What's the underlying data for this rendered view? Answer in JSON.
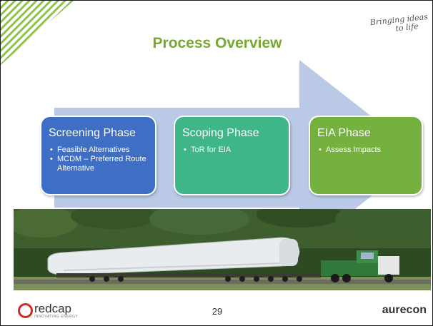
{
  "slide": {
    "title": "Process Overview",
    "tagline_line1": "Bringing ideas",
    "tagline_line2": "to life",
    "page_number": "29"
  },
  "phases": [
    {
      "name": "Screening Phase",
      "bullets": [
        "Feasible Alternatives",
        "MCDM – Preferred Route Alternative"
      ],
      "color": "#3e6fc4"
    },
    {
      "name": "Scoping Phase",
      "bullets": [
        "ToR for EIA"
      ],
      "color": "#3fb68a"
    },
    {
      "name": "EIA Phase",
      "bullets": [
        "Assess Impacts"
      ],
      "color": "#74b13f"
    }
  ],
  "footer": {
    "left_logo_name": "redcap",
    "left_logo_tagline": "INNOVATING ENERGY",
    "right_logo_name": "aurecon"
  },
  "photo": {
    "subject": "wind-turbine-blade-on-truck-image"
  },
  "colors": {
    "title": "#76a832",
    "arrow": "#b9c9e6",
    "stripes": "#8fc34a",
    "redcap": "#d42a20"
  }
}
